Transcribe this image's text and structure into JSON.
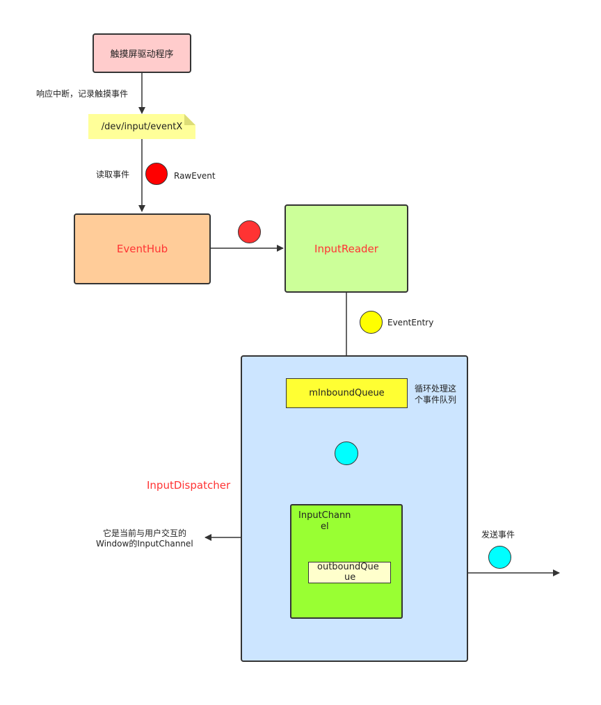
{
  "diagram": {
    "nodes": {
      "touch_driver": "触摸屏驱动程序",
      "dev_file": "/dev/input/eventX",
      "event_hub": "EventHub",
      "input_reader": "InputReader",
      "input_dispatcher": "InputDispatcher",
      "inbound_queue": "mInboundQueue",
      "input_channel_line1": "InputChann",
      "input_channel_line2": "el",
      "outbound_queue_line1": "outboundQue",
      "outbound_queue_line2": "ue"
    },
    "labels": {
      "respond_interrupt": "响应中断，记录触摸事件",
      "read_event": "读取事件",
      "raw_event": "RawEvent",
      "event_entry": "EventEntry",
      "loop_line1": "循环处理这",
      "loop_line2": "个事件队列",
      "window_line1": "它是当前与用户交互的",
      "window_line2": "Window的InputChannel",
      "send_event": "发送事件"
    },
    "colors": {
      "touch_driver_fill": "#ffcccc",
      "note_fill": "#ffff99",
      "event_hub_fill": "#ffcc99",
      "input_reader_fill": "#ccff99",
      "dispatcher_fill": "#cce5ff",
      "inbound_fill": "#ffff33",
      "channel_fill": "#99ff33",
      "outbound_fill": "#ffffcc",
      "red_event": "#ff0000",
      "red_event2": "#ff3333",
      "yellow_event": "#ffff00",
      "cyan_event": "#00ffff",
      "title_red": "#ff3333"
    }
  }
}
